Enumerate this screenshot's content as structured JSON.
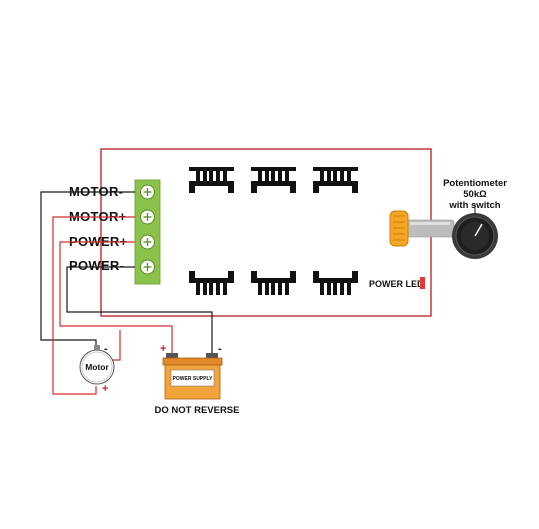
{
  "board": {
    "terminals": [
      {
        "label": "MOTOR-"
      },
      {
        "label": "MOTOR+"
      },
      {
        "label": "POWER+"
      },
      {
        "label": "POWER-"
      }
    ],
    "power_led_label": "POWER LED"
  },
  "potentiometer": {
    "line1": "Potentiometer",
    "line2": "50kΩ",
    "line3": "with switch"
  },
  "motor": {
    "label": "Motor",
    "minus": "-",
    "plus": "+"
  },
  "battery": {
    "label": "POWER SUPPLY",
    "plus": "+",
    "minus": "-",
    "warning": "DO NOT REVERSE"
  },
  "colors": {
    "board_outline": "#b71c1c",
    "wire_red": "#d32f2f",
    "wire_black": "#1a1a1a",
    "terminal_green": "#8bc34a",
    "knob_orange": "#f5a623",
    "battery_orange": "#f2a33a",
    "led_red": "#e53935"
  }
}
